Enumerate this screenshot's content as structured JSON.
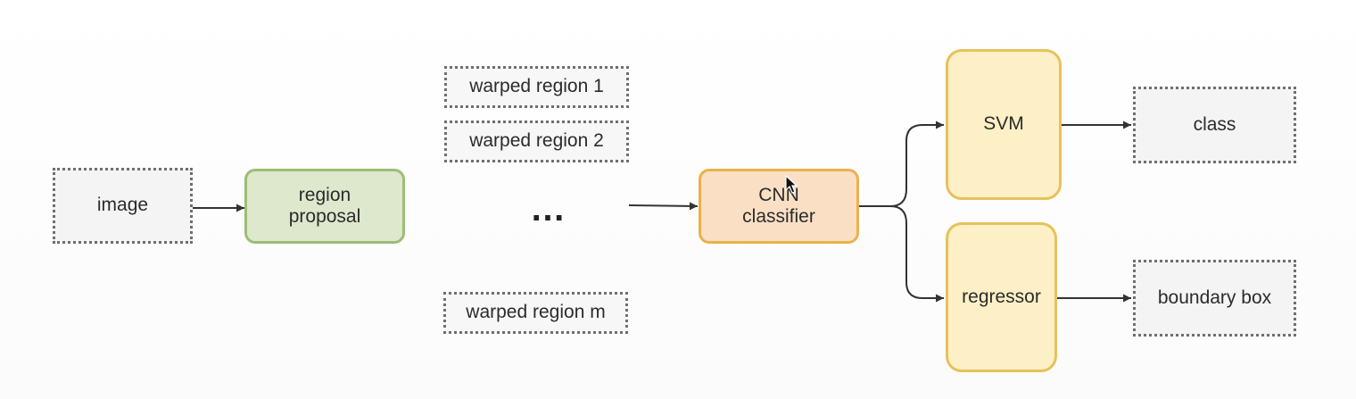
{
  "nodes": {
    "image": "image",
    "region_proposal": "region\nproposal",
    "warped_1": "warped region 1",
    "warped_2": "warped region 2",
    "ellipsis": "…",
    "warped_m": "warped region m",
    "cnn": "CNN\nclassifier",
    "svm": "SVM",
    "regressor": "regressor",
    "class": "class",
    "bbox": "boundary box"
  },
  "colors": {
    "proposal_fill": "#dde8cd",
    "cnn_fill": "#fbdfc4",
    "head_fill": "#fdefc6",
    "edge": "#333333"
  },
  "icons": {
    "cursor": "mouse-pointer-icon"
  }
}
